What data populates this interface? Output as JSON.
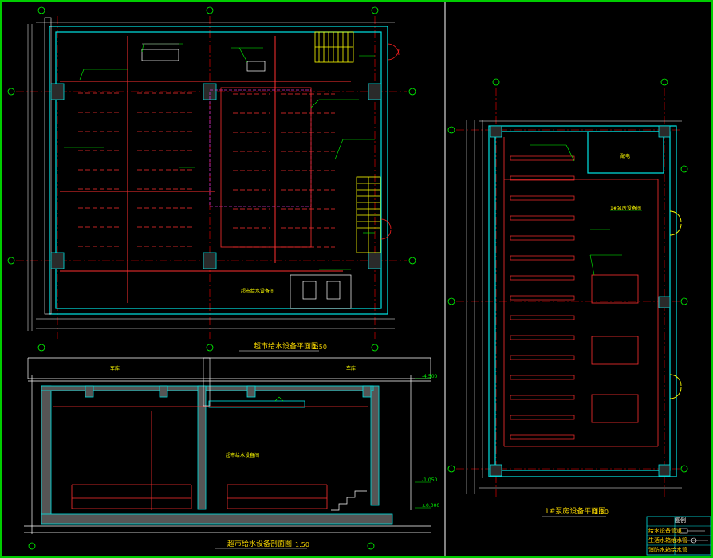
{
  "titles": {
    "left_top": "超市给水设备平面图",
    "left_top_scale": "1:50",
    "left_bottom": "超市给水设备剖面图",
    "left_bottom_scale": "1:50",
    "right": "1#泵房设备平面图",
    "right_scale": "1:50"
  },
  "labels": {
    "room_note": "超市给水设备间",
    "pump_room": "1#泵房设备间",
    "small_room": "配电",
    "section_left_room": "车库",
    "section_right_room": "车库",
    "tank_label": "超市给水设备间",
    "section_elev_1": "-4.500",
    "section_elev_2": "-1.050",
    "section_elev_3": "±0.000"
  },
  "legend": {
    "header": "图例",
    "row1": "给水设备管道",
    "row2": "生活水箱给水管",
    "row3": "消防水箱给水管"
  },
  "colors": {
    "wall": "#00e5e5",
    "equipment": "#ff3030",
    "annotation": "#00ff00",
    "dim": "#ffffff",
    "axis": "#ff0000",
    "stair": "#ffff00",
    "magenta": "#cc33cc",
    "frame": "#00cc00"
  }
}
